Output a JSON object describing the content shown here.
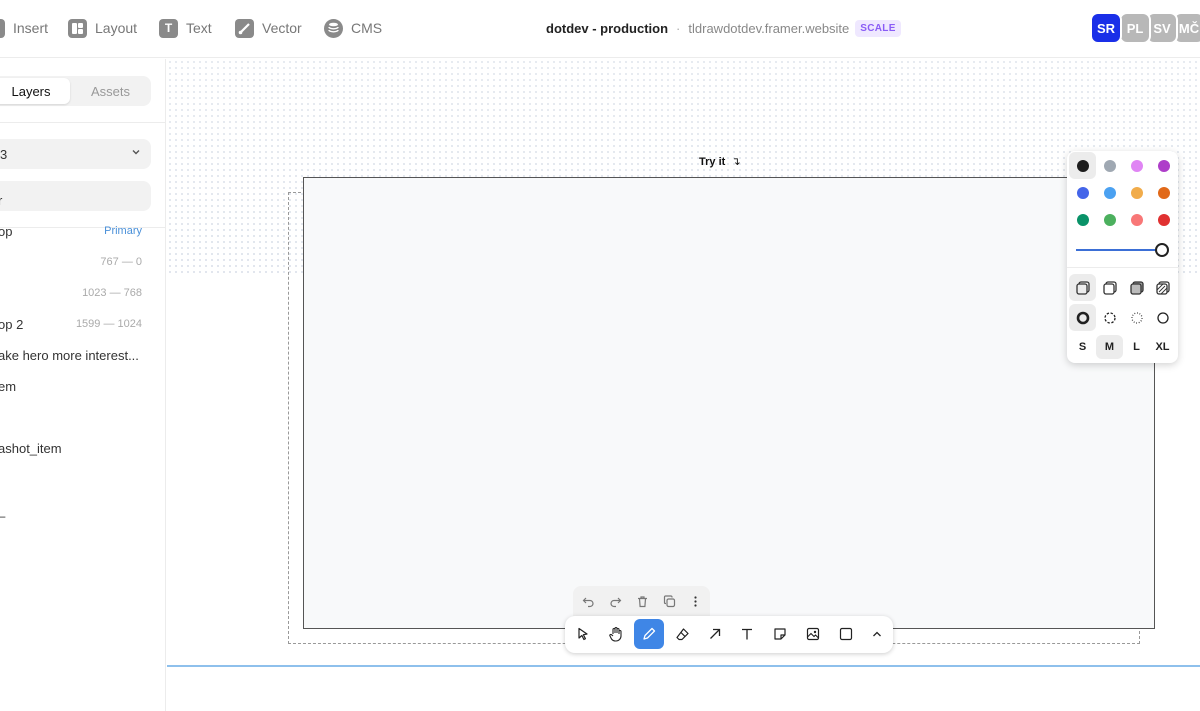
{
  "topbar": {
    "menu": [
      {
        "label": "Insert",
        "icon": "insert-icon"
      },
      {
        "label": "Layout",
        "icon": "layout-icon"
      },
      {
        "label": "Text",
        "icon": "text-icon",
        "glyph": "T"
      },
      {
        "label": "Vector",
        "icon": "vector-icon"
      },
      {
        "label": "CMS",
        "icon": "database-icon"
      }
    ],
    "project": "dotdev - production",
    "separator": "·",
    "domain": "tldrawdotdev.framer.website",
    "badge": "SCALE",
    "avatars": [
      {
        "initials": "SR",
        "color": "#1a2fe8"
      },
      {
        "initials": "PL",
        "color": "#b8b8b8"
      },
      {
        "initials": "SV",
        "color": "#b8b8b8"
      },
      {
        "initials": "MČ",
        "color": "#b8b8b8"
      }
    ]
  },
  "sidebar": {
    "tabs": {
      "active": "Layers",
      "other": "Assets"
    },
    "page_select": "3",
    "layers": [
      {
        "label": "r",
        "meta": ""
      },
      {
        "label": "op",
        "meta": "Primary"
      },
      {
        "label": "",
        "meta": "767 — 0"
      },
      {
        "label": "",
        "meta": "1023 — 768"
      },
      {
        "label": "op 2",
        "meta": "1599 — 1024"
      },
      {
        "label": "ake hero more interest...",
        "meta": ""
      },
      {
        "label": "em",
        "meta": ""
      },
      {
        "label": "",
        "meta": ""
      },
      {
        "label": "ashot_item",
        "meta": ""
      },
      {
        "label": "",
        "meta": ""
      },
      {
        "label": "_",
        "meta": ""
      }
    ]
  },
  "canvas": {
    "try_it": "Try it",
    "try_it_arrow": "↴"
  },
  "style_panel": {
    "colors": [
      "#1d1d1d",
      "#9fa8b2",
      "#e085f4",
      "#ae3ec9",
      "#4465e9",
      "#4ba1f1",
      "#f1ac4b",
      "#e16919",
      "#099268",
      "#4cb05e",
      "#f87777",
      "#e03131"
    ],
    "selected_color": "#1d1d1d",
    "opacity_percent": 100,
    "fill_options": [
      "fill-none-icon",
      "fill-semi-icon",
      "fill-solid-icon",
      "fill-pattern-icon"
    ],
    "selected_fill": 0,
    "dash_options": [
      "dash-draw-icon",
      "dash-dashed-icon",
      "dash-dotted-icon",
      "dash-solid-icon"
    ],
    "selected_dash": 0,
    "sizes": [
      "S",
      "M",
      "L",
      "XL"
    ],
    "selected_size": "M"
  },
  "action_bar": [
    "undo-icon",
    "redo-icon",
    "trash-icon",
    "duplicate-icon",
    "more-icon"
  ],
  "toolbar": {
    "tools": [
      "select-icon",
      "hand-icon",
      "draw-icon",
      "eraser-icon",
      "arrow-icon",
      "text-tool-icon",
      "note-icon",
      "image-icon",
      "rectangle-icon",
      "chevron-up-icon"
    ],
    "active_tool": "draw-icon"
  }
}
